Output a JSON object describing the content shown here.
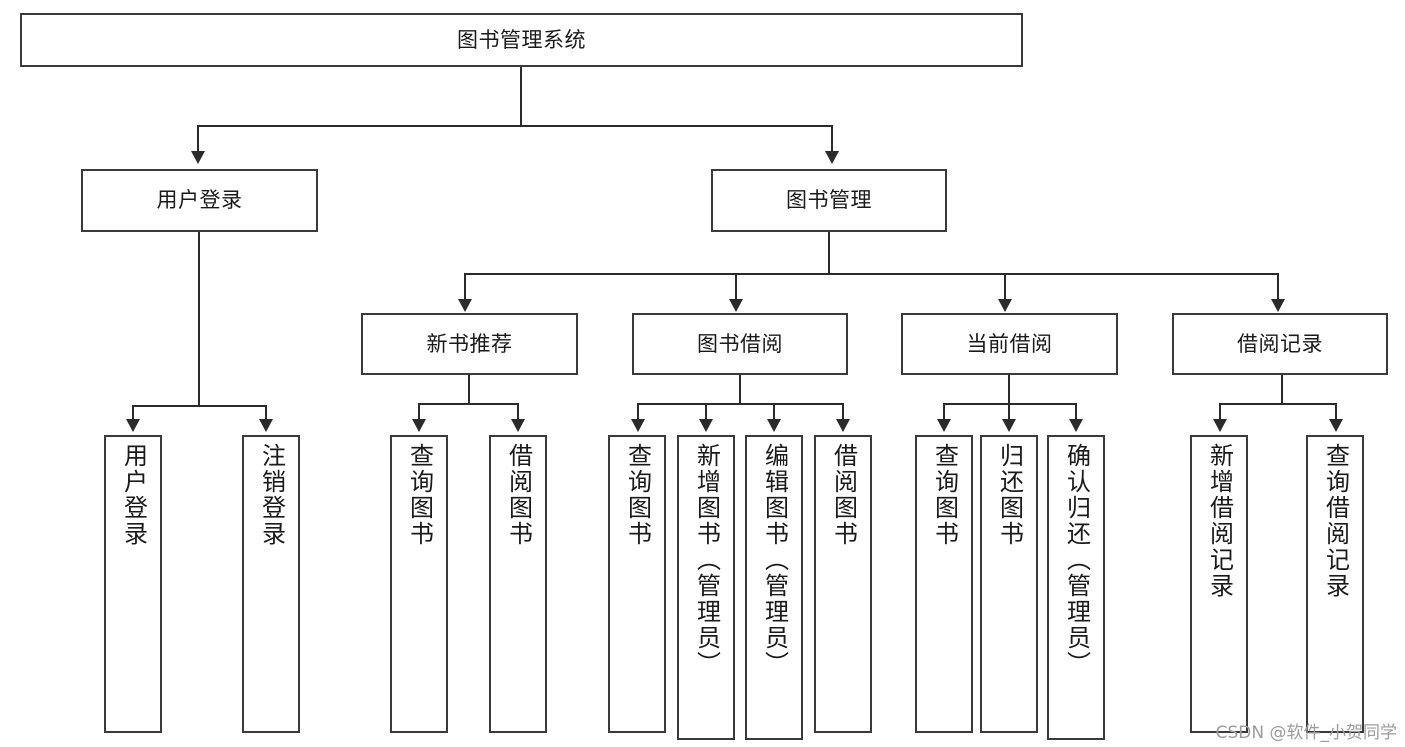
{
  "diagram": {
    "type": "tree-hierarchy-flowchart",
    "title": "图书管理系统",
    "root": {
      "id": "root",
      "label": "图书管理系统"
    },
    "level2": [
      {
        "id": "user-login",
        "label": "用户登录"
      },
      {
        "id": "book-management",
        "label": "图书管理"
      }
    ],
    "level3": [
      {
        "id": "new-book-recommend",
        "label": "新书推荐",
        "parent": "book-management"
      },
      {
        "id": "book-borrow",
        "label": "图书借阅",
        "parent": "book-management"
      },
      {
        "id": "current-borrow",
        "label": "当前借阅",
        "parent": "book-management"
      },
      {
        "id": "borrow-record",
        "label": "借阅记录",
        "parent": "book-management"
      }
    ],
    "leaves": [
      {
        "id": "leaf-user-login",
        "label": "用户登录",
        "parent": "user-login"
      },
      {
        "id": "leaf-logout-login",
        "label": "注销登录",
        "parent": "user-login"
      },
      {
        "id": "leaf-query-book-1",
        "label": "查询图书",
        "parent": "new-book-recommend"
      },
      {
        "id": "leaf-borrow-book-1",
        "label": "借阅图书",
        "parent": "new-book-recommend"
      },
      {
        "id": "leaf-query-book-2",
        "label": "查询图书",
        "parent": "book-borrow"
      },
      {
        "id": "leaf-add-book",
        "label": "新增图书（管理员）",
        "parent": "book-borrow"
      },
      {
        "id": "leaf-edit-book",
        "label": "编辑图书（管理员）",
        "parent": "book-borrow"
      },
      {
        "id": "leaf-borrow-book-2",
        "label": "借阅图书",
        "parent": "book-borrow"
      },
      {
        "id": "leaf-query-book-3",
        "label": "查询图书",
        "parent": "current-borrow"
      },
      {
        "id": "leaf-return-book",
        "label": "归还图书",
        "parent": "current-borrow"
      },
      {
        "id": "leaf-confirm-return",
        "label": "确认归还（管理员）",
        "parent": "current-borrow"
      },
      {
        "id": "leaf-add-record",
        "label": "新增借阅记录",
        "parent": "borrow-record"
      },
      {
        "id": "leaf-query-record",
        "label": "查询借阅记录",
        "parent": "borrow-record"
      }
    ]
  },
  "watermark": {
    "text": "CSDN @软件_小贺同学"
  },
  "colors": {
    "box_border": "#3a3a3a",
    "line": "#2b2b2b",
    "text": "#1a1a1a",
    "background": "#ffffff",
    "watermark": "#9c9c9c"
  }
}
